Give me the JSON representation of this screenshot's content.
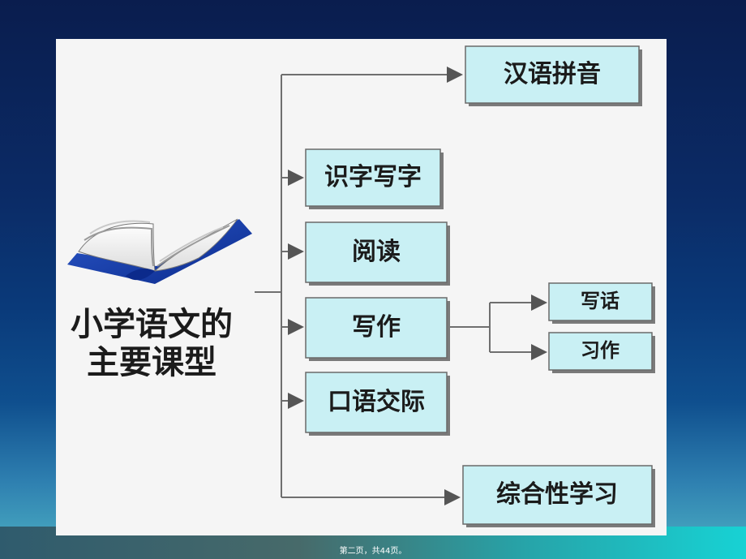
{
  "diagram": {
    "root_label_line1": "小学语文的",
    "root_label_line2": "主要课型",
    "branches": [
      {
        "label": "汉语拼音"
      },
      {
        "label": "识字写字"
      },
      {
        "label": "阅读"
      },
      {
        "label": "写作"
      },
      {
        "label": "口语交际"
      },
      {
        "label": "综合性学习"
      }
    ],
    "writing_sub": [
      {
        "label": "写话"
      },
      {
        "label": "习作"
      }
    ]
  },
  "footer": {
    "page_text": "第二页，共44页。"
  },
  "colors": {
    "box_fill": "#c9f0f4",
    "box_border": "#6a6a6a",
    "connector": "#6f6f6f",
    "panel": "#f5f5f5"
  },
  "icons": {
    "book": "open-book-icon"
  }
}
